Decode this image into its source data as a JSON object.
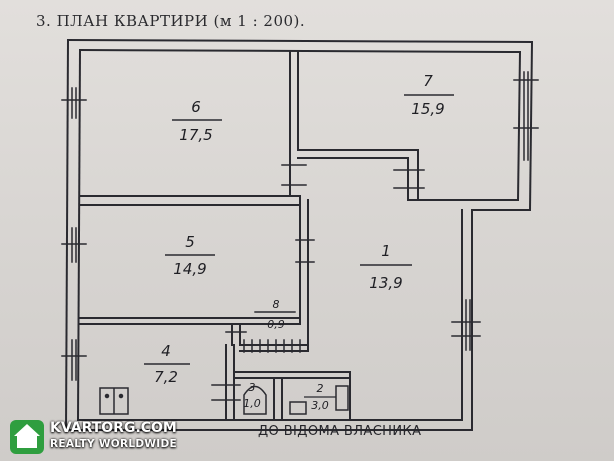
{
  "title": "3. ПЛАН КВАРТИРИ (м 1 : 200).",
  "footer_note": "ДО ВІДОМА ВЛАСНИКА",
  "watermark": {
    "name": "KVARTORG.COM",
    "tagline": "REALTY WORLDWIDE"
  },
  "rooms": [
    {
      "id": "room-1",
      "number": "1",
      "area": "13,9"
    },
    {
      "id": "room-2",
      "number": "2",
      "area": "3,0"
    },
    {
      "id": "room-3",
      "number": "3",
      "area": "1,0"
    },
    {
      "id": "room-4",
      "number": "4",
      "area": "7,2"
    },
    {
      "id": "room-5",
      "number": "5",
      "area": "14,9"
    },
    {
      "id": "room-6",
      "number": "6",
      "area": "17,5"
    },
    {
      "id": "room-7",
      "number": "7",
      "area": "15,9"
    },
    {
      "id": "room-8",
      "number": "8",
      "area": "0,9"
    }
  ],
  "colors": {
    "ink": "#2a2a30",
    "paper": "#dcd9d6",
    "brand": "#2f9e3f"
  }
}
